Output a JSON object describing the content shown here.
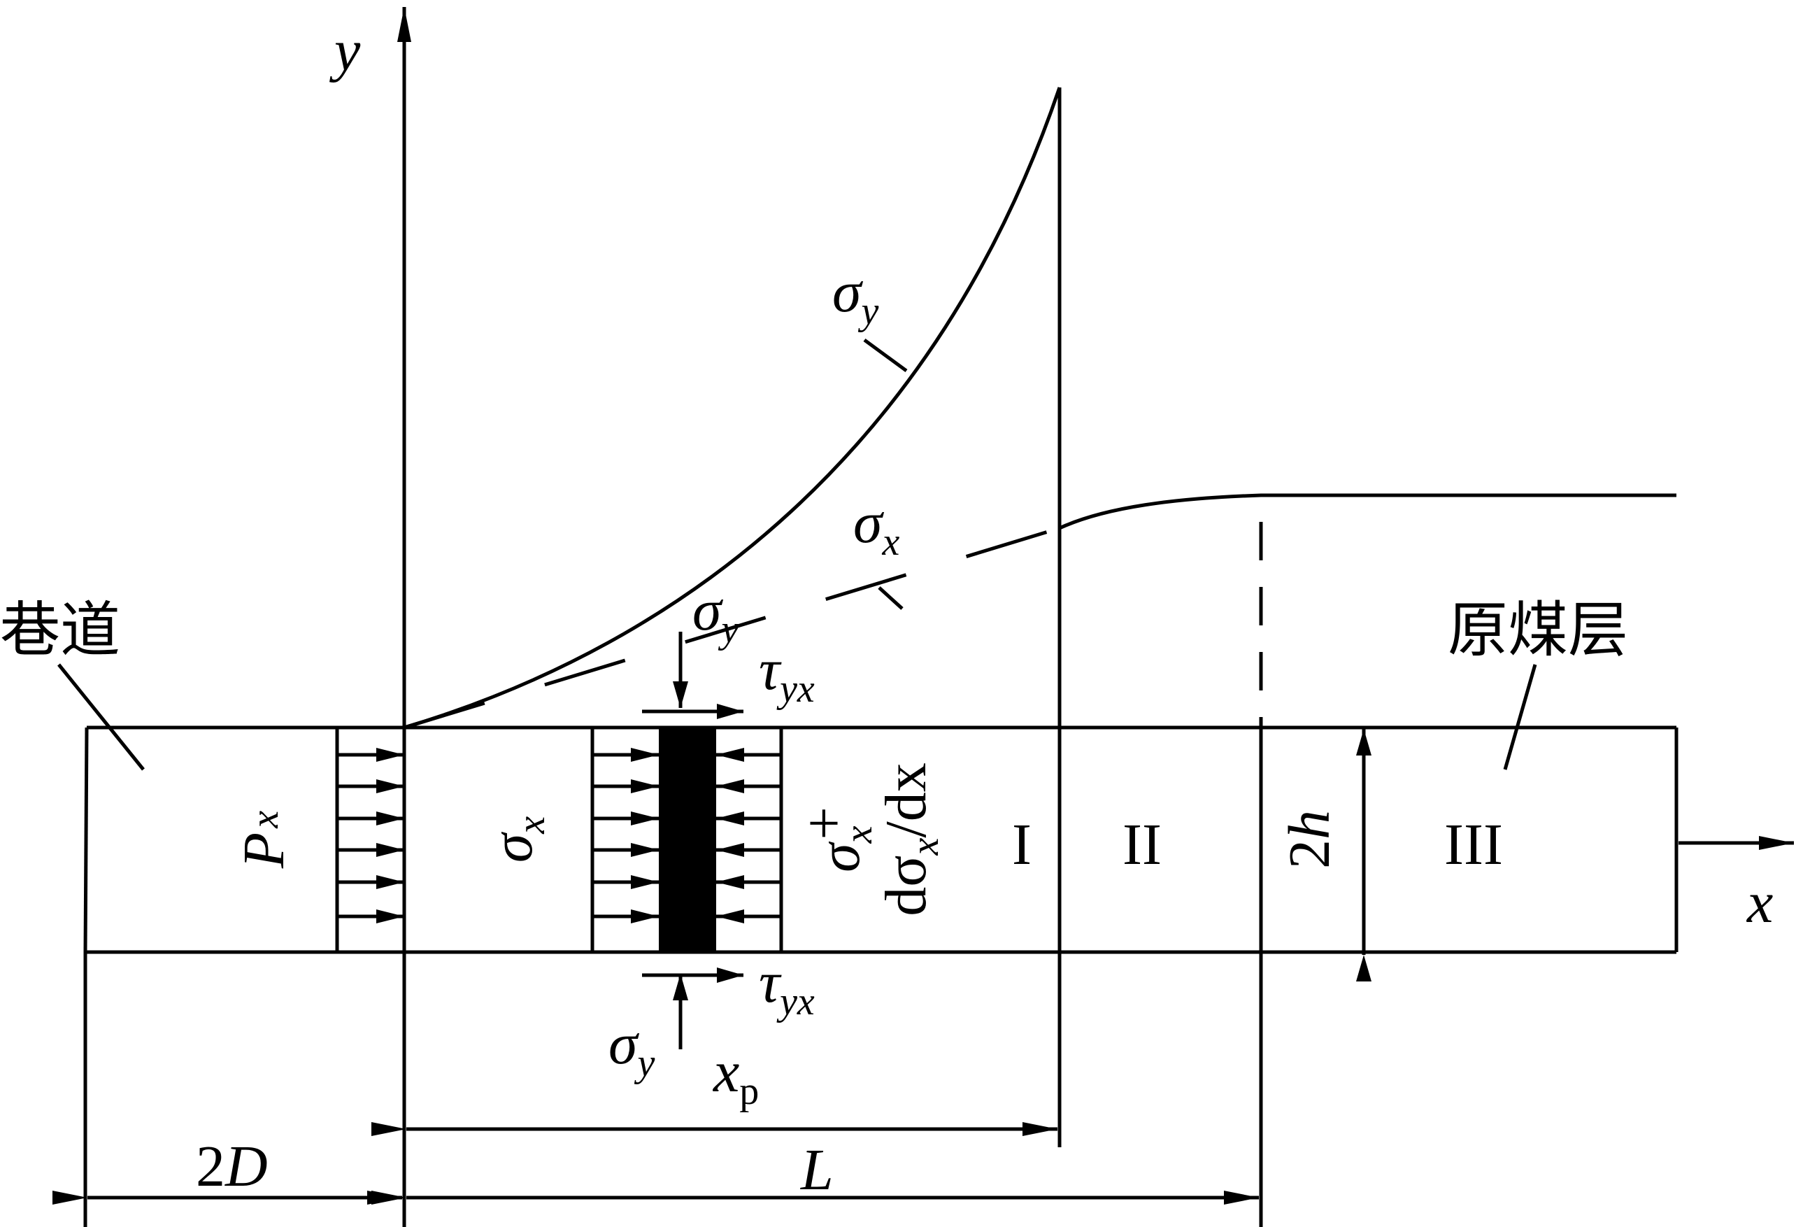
{
  "labels": {
    "y_axis": "y",
    "x_axis": "x",
    "sigma": "σ",
    "tau": "τ",
    "sub_y": "y",
    "sub_x": "x",
    "sub_yx": "yx",
    "roadway": "巷道",
    "coal_seam": "原煤层",
    "p_main": "P",
    "p_sub": "x",
    "plus_sign": "+",
    "d_sigma_prefix": "dσ",
    "d_sigma_suffix": "/dx",
    "xp_main": "x",
    "xp_sub": "p",
    "zone_1": "I",
    "zone_2": "II",
    "zone_3": "III",
    "height_label_num": "2",
    "height_label_var": "h",
    "width_label_num": "2",
    "width_label_var": "D",
    "length_label": "L"
  },
  "colors": {
    "ink": "#000000",
    "background": "#ffffff"
  }
}
